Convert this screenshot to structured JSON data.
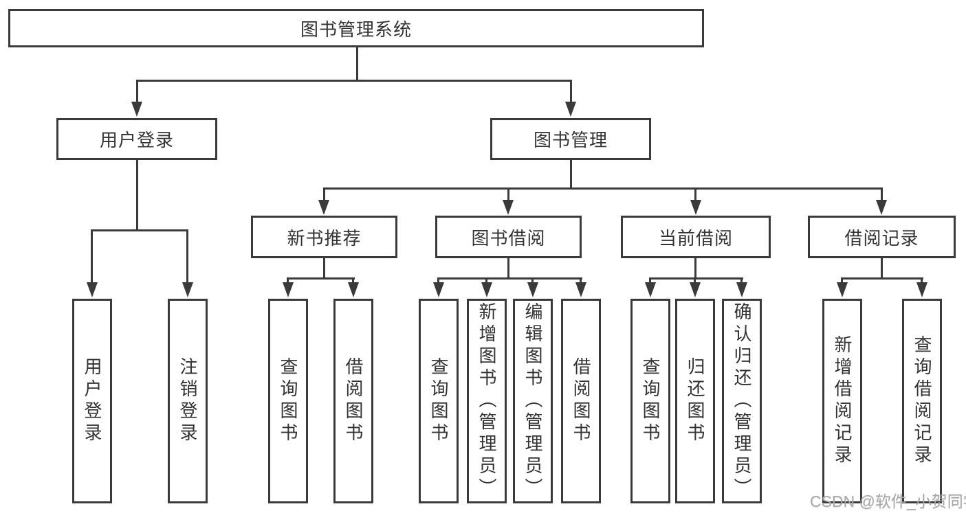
{
  "diagram": {
    "root": "图书管理系统",
    "level2": [
      "用户登录",
      "图书管理"
    ],
    "level3": [
      "新书推荐",
      "图书借阅",
      "当前借阅",
      "借阅记录"
    ],
    "leaves": {
      "user_login": [
        "用户登录",
        "注销登录"
      ],
      "new_book_recommend": [
        "查询图书",
        "借阅图书"
      ],
      "book_borrow": [
        "查询图书",
        "新增图书（管理员）",
        "编辑图书（管理员）",
        "借阅图书"
      ],
      "current_borrow": [
        "查询图书",
        "归还图书",
        "确认归还（管理员）"
      ],
      "borrow_record": [
        "新增借阅记录",
        "查询借阅记录"
      ]
    }
  },
  "watermark": {
    "text": "CSDN @软件_小贺同学"
  },
  "colors": {
    "line": "#3a3a3a",
    "text": "#333333",
    "watermark": "#a9a9a9",
    "background": "#ffffff"
  }
}
